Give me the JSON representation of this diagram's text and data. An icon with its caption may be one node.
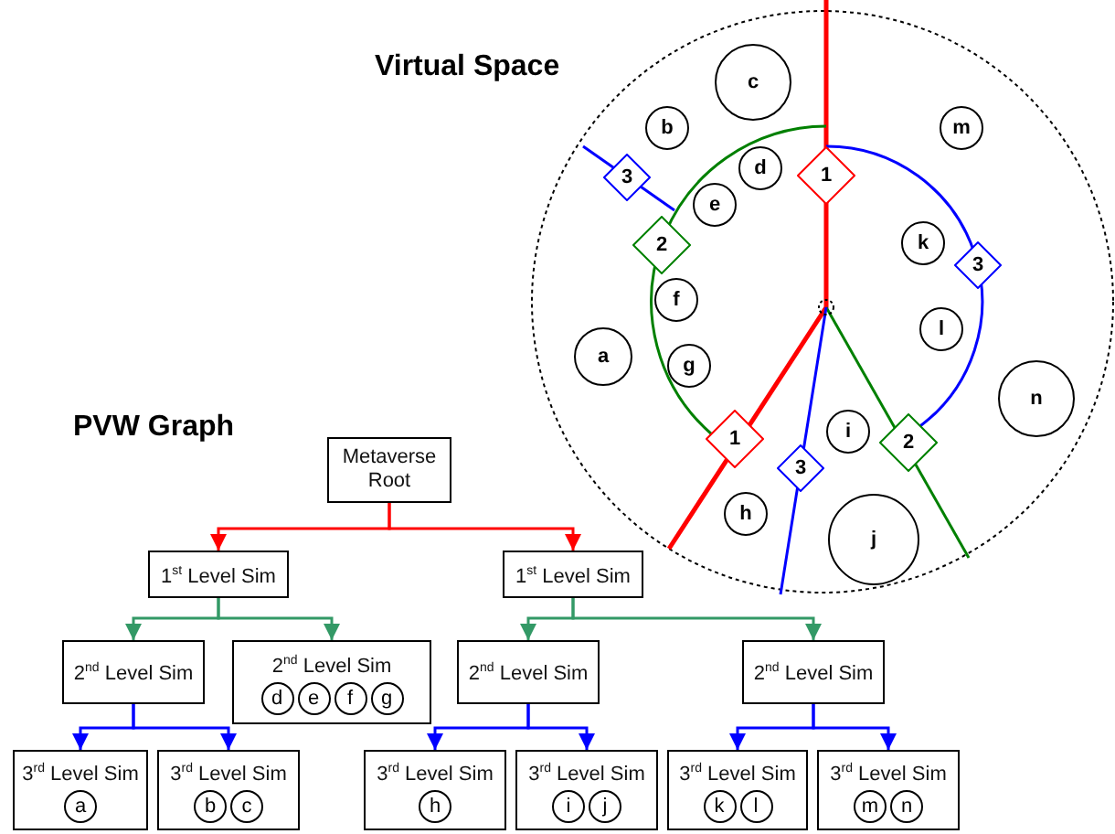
{
  "diagram": {
    "nodes": [
      {
        "text": [
          "Virtual Space"
        ]
      },
      {
        "text": [
          "a"
        ],
        "in": 0
      },
      {
        "text": [
          "b"
        ],
        "in": 0
      },
      {
        "text": [
          "c"
        ],
        "in": 0
      },
      {
        "text": [
          "d"
        ],
        "in": 0
      },
      {
        "text": [
          "e"
        ],
        "in": 0
      },
      {
        "text": [
          "f"
        ],
        "in": 0
      },
      {
        "text": [
          "g"
        ],
        "in": 0
      },
      {
        "text": [
          "h"
        ],
        "in": 0
      },
      {
        "text": [
          "i"
        ],
        "in": 0
      },
      {
        "text": [
          "j"
        ],
        "in": 0
      },
      {
        "text": [
          "k"
        ],
        "in": 0
      },
      {
        "text": [
          "l"
        ],
        "in": 0
      },
      {
        "text": [
          "m"
        ],
        "in": 0
      },
      {
        "text": [
          "n"
        ],
        "in": 0
      },
      {
        "text": [
          "1"
        ],
        "in": 0
      },
      {
        "text": [
          "3"
        ],
        "in": 0
      },
      {
        "text": [
          "2"
        ],
        "in": 0
      },
      {
        "text": [
          "3"
        ],
        "in": 0
      },
      {
        "text": [
          "1"
        ],
        "in": 0
      },
      {
        "text": [
          "3"
        ],
        "in": 0
      },
      {
        "text": [
          "2"
        ],
        "in": 0
      },
      {
        "text": [
          "Metaverse Root"
        ]
      },
      {
        "text": [
          "1$^{st}$ Level Sim"
        ]
      },
      {
        "text": [
          "1$^{st}$ Level Sim"
        ]
      },
      {
        "text": [
          "2$^{nd}$ Level Sim"
        ]
      },
      {
        "text": [
          "2$^{nd}$ Level Sim"
        ]
      },
      {
        "text": [
          "d"
        ],
        "in": 26
      },
      {
        "text": [
          "e"
        ],
        "in": 26
      },
      {
        "text": [
          "f"
        ],
        "in": 26
      },
      {
        "text": [
          "g"
        ],
        "in": 26
      },
      {
        "text": [
          "2$^{nd}$ Level Sim"
        ]
      },
      {
        "text": [
          "2$^{nd}$ Level Sim"
        ]
      },
      {
        "text": [
          "3$^{rd}$ Level Sim"
        ]
      },
      {
        "text": [
          "a"
        ],
        "in": 33
      },
      {
        "text": [
          "3$^{rd}$ Level Sim"
        ]
      },
      {
        "text": [
          "b"
        ],
        "in": 35
      },
      {
        "text": [
          "c"
        ],
        "in": 35
      },
      {
        "text": [
          "3$^{rd}$ Level Sim"
        ]
      },
      {
        "text": [
          "h"
        ],
        "in": 38
      },
      {
        "text": [
          "3$^{rd}$ Level Sim"
        ]
      },
      {
        "text": [
          "i"
        ],
        "in": 40
      },
      {
        "text": [
          "j"
        ],
        "in": 40
      },
      {
        "text": [
          "3$^{rd}$ Level Sim"
        ]
      },
      {
        "text": [
          "k"
        ],
        "in": 43
      },
      {
        "text": [
          "l"
        ],
        "in": 43
      },
      {
        "text": [
          "3$^{rd}$ Level Sim"
        ]
      },
      {
        "text": [
          "m"
        ],
        "in": 46
      },
      {
        "text": [
          "n"
        ],
        "in": 46
      }
    ],
    "edges": [
      {
        "from": 22,
        "to": 23,
        "arrow": "to",
        "color": "#ff0000"
      },
      {
        "from": 22,
        "to": 24,
        "arrow": "to",
        "color": "#ff0000"
      },
      {
        "from": 23,
        "to": 25,
        "arrow": "to",
        "color": "#339966"
      },
      {
        "from": 23,
        "to": 26,
        "arrow": "to",
        "color": "#339966"
      },
      {
        "from": 24,
        "to": 31,
        "arrow": "to",
        "color": "#339966"
      },
      {
        "from": 24,
        "to": 32,
        "arrow": "to",
        "color": "#339966"
      },
      {
        "from": 25,
        "to": 33,
        "arrow": "to",
        "color": "#0000ff"
      },
      {
        "from": 25,
        "to": 35,
        "arrow": "to",
        "color": "#0000ff"
      },
      {
        "from": 31,
        "to": 38,
        "arrow": "to",
        "color": "#0000ff"
      },
      {
        "from": 31,
        "to": 40,
        "arrow": "to",
        "color": "#0000ff"
      },
      {
        "from": 32,
        "to": 43,
        "arrow": "to",
        "color": "#0000ff"
      },
      {
        "from": 32,
        "to": 46,
        "arrow": "to",
        "color": "#0000ff"
      }
    ],
    "labels": [
      "PVW Graph"
    ]
  }
}
